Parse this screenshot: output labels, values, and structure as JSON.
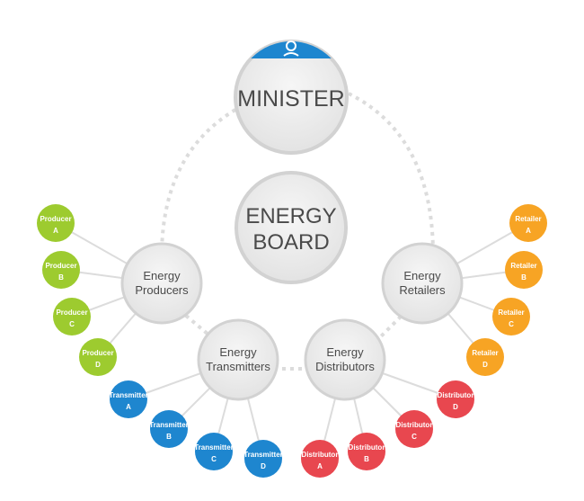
{
  "minister": {
    "label": "MINISTER",
    "icon": "person-icon"
  },
  "board": {
    "line1": "ENERGY",
    "line2": "BOARD"
  },
  "hubs": {
    "producers": {
      "line1": "Energy",
      "line2": "Producers"
    },
    "transmitters": {
      "line1": "Energy",
      "line2": "Transmitters"
    },
    "distributors": {
      "line1": "Energy",
      "line2": "Distributors"
    },
    "retailers": {
      "line1": "Energy",
      "line2": "Retailers"
    }
  },
  "leaves": {
    "producers": [
      [
        "Producer",
        "A"
      ],
      [
        "Producer",
        "B"
      ],
      [
        "Producer",
        "C"
      ],
      [
        "Producer",
        "D"
      ]
    ],
    "transmitters": [
      [
        "Transmitter",
        "A"
      ],
      [
        "Transmitter",
        "B"
      ],
      [
        "Transmitter",
        "C"
      ],
      [
        "Transmitter",
        "D"
      ]
    ],
    "distributors": [
      [
        "Distributor",
        "A"
      ],
      [
        "Distributor",
        "B"
      ],
      [
        "Distributor",
        "C"
      ],
      [
        "Distributor",
        "D"
      ]
    ],
    "retailers": [
      [
        "Retailer",
        "A"
      ],
      [
        "Retailer",
        "B"
      ],
      [
        "Retailer",
        "C"
      ],
      [
        "Retailer",
        "D"
      ]
    ]
  },
  "colors": {
    "producers": "#9dcb2f",
    "transmitters": "#1e86cf",
    "distributors": "#e8474f",
    "retailers": "#f7a424",
    "icon_badge": "#1e86cf",
    "circle_fill": "#ececec",
    "circle_stroke": "#d2d2d2",
    "connector": "#dcdcdc"
  }
}
